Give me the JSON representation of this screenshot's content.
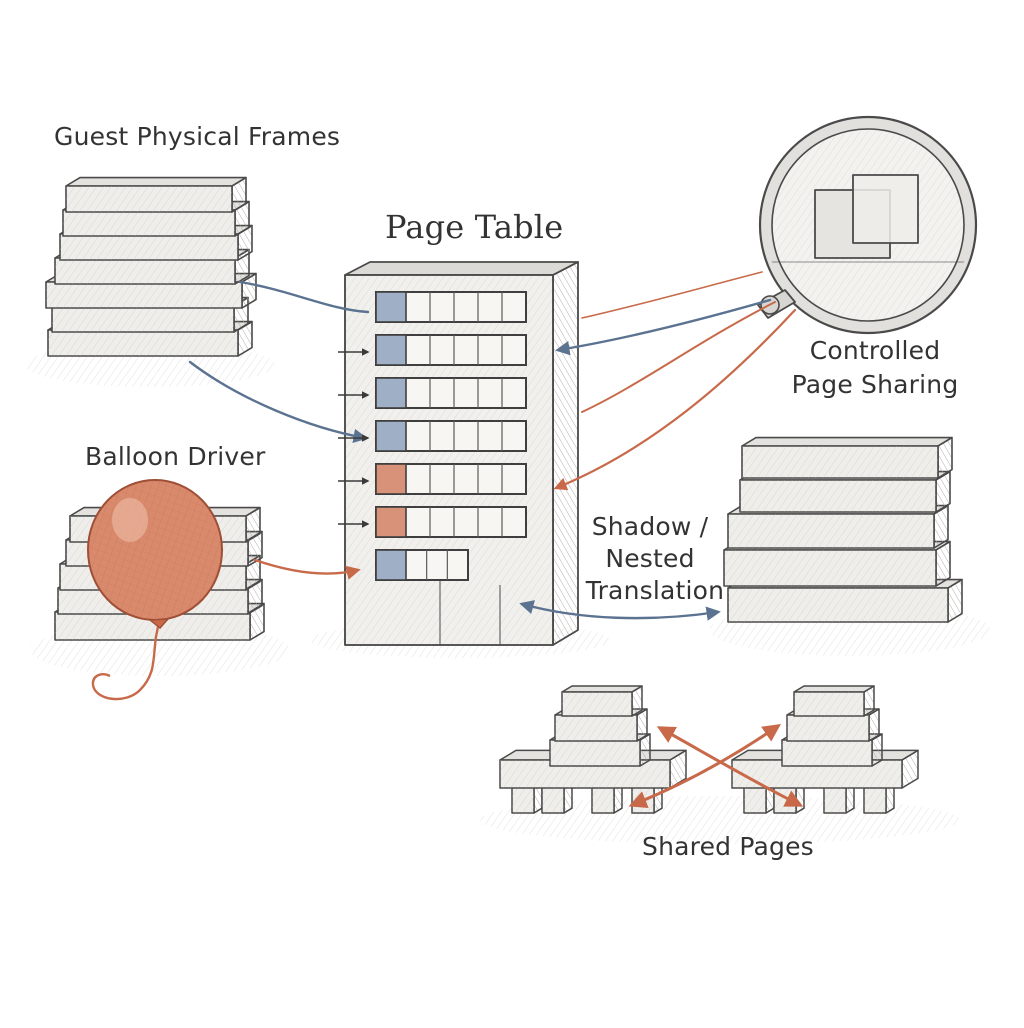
{
  "labels": {
    "guest_physical_frames": "Guest Physical Frames",
    "page_table": "Page Table",
    "controlled_page_sharing_line1": "Controlled",
    "controlled_page_sharing_line2": "Page Sharing",
    "balloon_driver": "Balloon Driver",
    "shadow_line1": "Shadow /",
    "shadow_line2": "Nested",
    "shadow_line3": "Translation",
    "shared_pages": "Shared Pages"
  },
  "colors": {
    "ink": "#4a4a4a",
    "pencil_fill": "#ecebe8",
    "blue_accent": "#5b7391",
    "blue_cell": "#9fb0c6",
    "orange_accent": "#c86a4a",
    "orange_cell": "#d9927a",
    "balloon": "#d98a6c",
    "text": "#333333"
  },
  "page_table": {
    "entries": [
      "blue",
      "blue",
      "blue",
      "blue",
      "orange",
      "orange",
      "blue"
    ]
  },
  "icons": {
    "magnifier": "magnifier-icon",
    "balloon": "balloon-icon"
  }
}
